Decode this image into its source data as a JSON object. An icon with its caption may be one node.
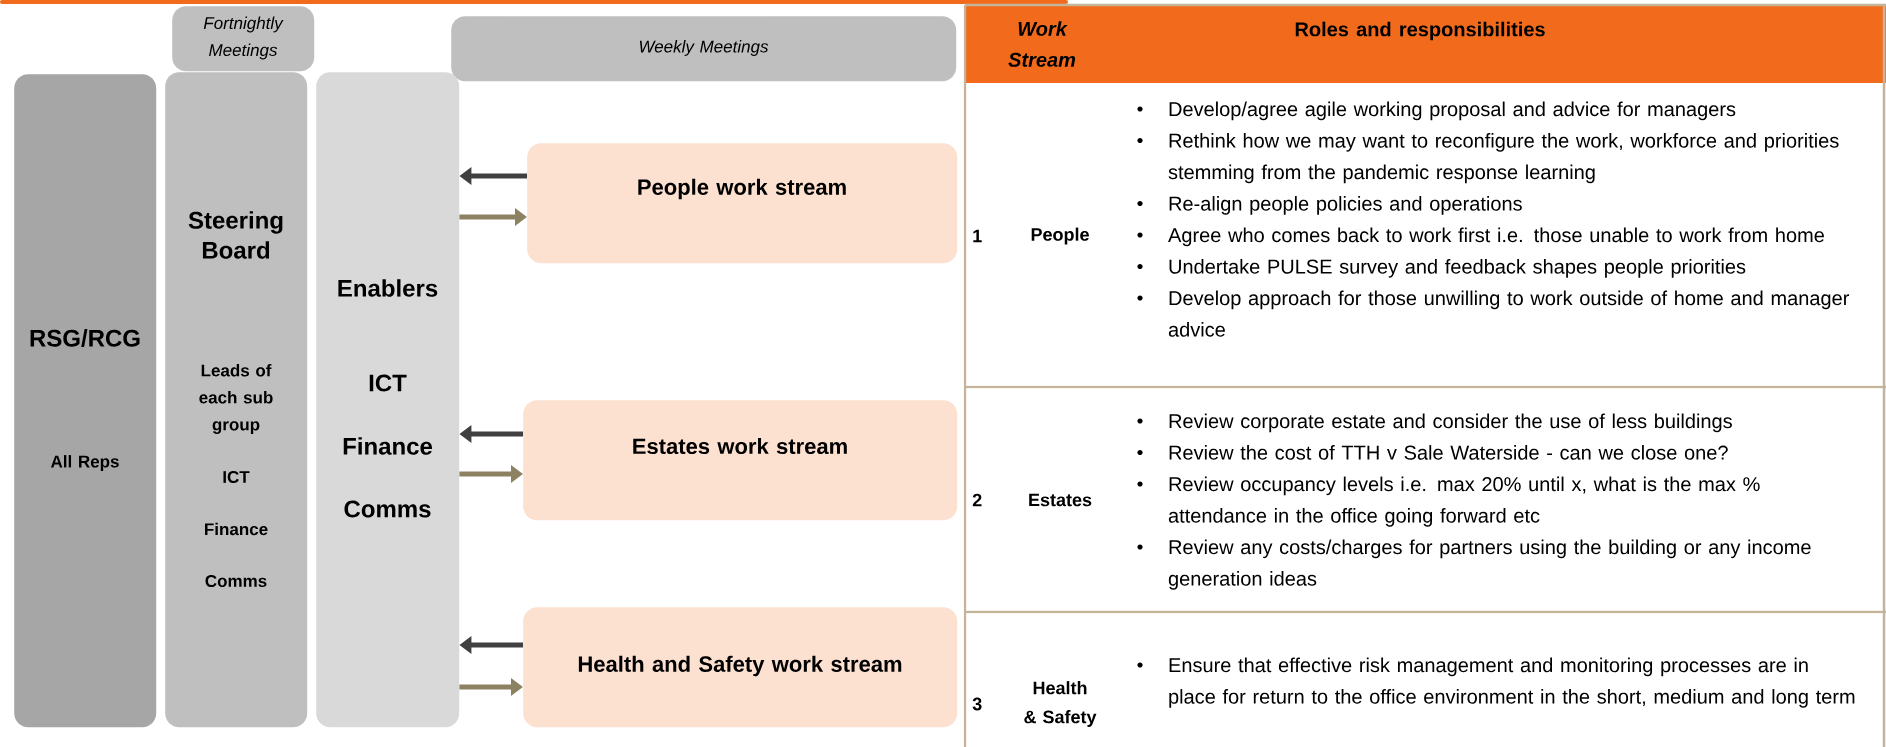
{
  "diagram": {
    "nodes": [
      {
        "text": [
          "Fortnightly Meetings"
        ]
      },
      {
        "text": [
          "Weekly Meetings"
        ]
      },
      {
        "text": [
          "RSG/RCG",
          "All Reps"
        ]
      },
      {
        "text": [
          "Steering Board",
          "Leads of each sub group",
          "ICT",
          "Finance",
          "Comms"
        ]
      },
      {
        "text": [
          "Enablers",
          "ICT",
          "Finance",
          "Comms"
        ]
      },
      {
        "text": [
          "People work stream"
        ]
      },
      {
        "text": [
          "Estates work stream"
        ]
      },
      {
        "text": [
          "Health and Safety work stream"
        ]
      }
    ],
    "edges": [
      {
        "from": 5,
        "to": 4,
        "arrow": "to"
      },
      {
        "from": 4,
        "to": 5,
        "arrow": "to",
        "color": "#8c8262"
      },
      {
        "from": 6,
        "to": 4,
        "arrow": "to"
      },
      {
        "from": 4,
        "to": 6,
        "arrow": "to",
        "color": "#8c8262"
      },
      {
        "from": 7,
        "to": 4,
        "arrow": "to"
      },
      {
        "from": 4,
        "to": 7,
        "arrow": "to",
        "color": "#8c8262"
      }
    ],
    "labels": [
      "Work Stream",
      "Roles and responsibilities",
      "1",
      "People",
      "Develop/agree agile working proposal and advice for managers",
      "Rethink how we may want to reconfigure the work, workforce and priorities stemming from the pandemic response learning",
      "Re-align people policies and operations",
      "Agree who comes back to work first i.e. those unable to work from home",
      "Undertake PULSE survey and feedback shapes people priorities",
      "Develop approach for those unwilling to work outside of home and manager advice",
      "2",
      "Estates",
      "Review corporate estate and consider the use of less buildings",
      "Review the cost of TTH v Sale Waterside - can we close one?",
      "Review occupancy levels i.e. max 20% until x, what is the max % attendance in the office going forward etc",
      "Review any costs/charges for partners using the building or any income generation ideas",
      "3",
      "Health & Safety",
      "Ensure that effective risk management and monitoring processes are in place for return to the office environment in the short, medium and long term"
    ]
  }
}
